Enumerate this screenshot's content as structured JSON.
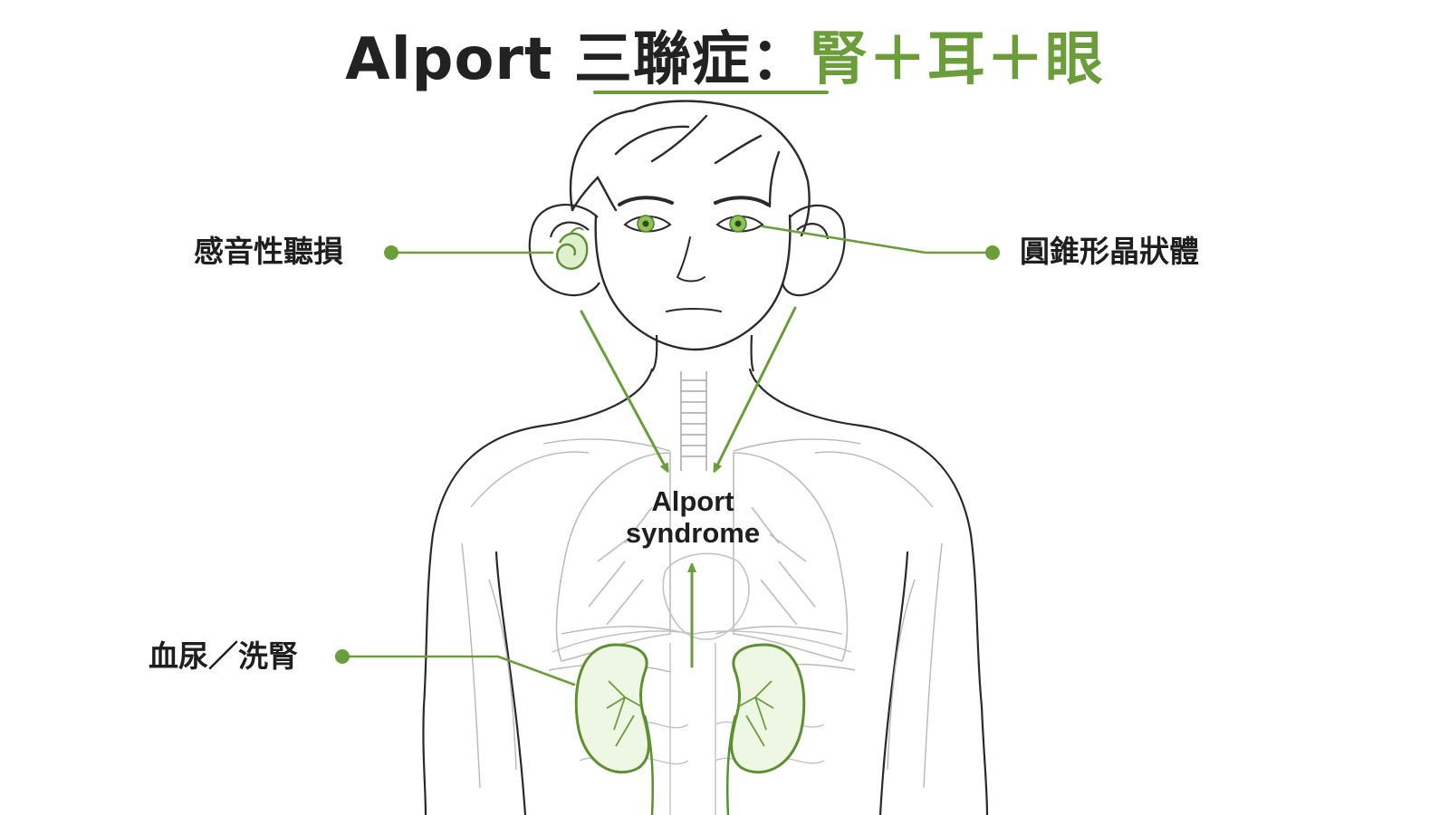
{
  "title": {
    "prefix": "Alport 三聯症：",
    "kidney": "腎",
    "plus_1": "＋",
    "ear": "耳",
    "plus_2": "＋",
    "eye": "眼"
  },
  "callouts": {
    "ear": "感音性聽損",
    "eye": "圓錐形晶狀體",
    "kidney": "血尿／洗腎"
  },
  "center": {
    "line1": "Alport",
    "line2": "syndrome"
  },
  "colors": {
    "accent": "#6b9e3a",
    "line_art": "#2a2a2a",
    "faint": "#b8b8b8"
  }
}
